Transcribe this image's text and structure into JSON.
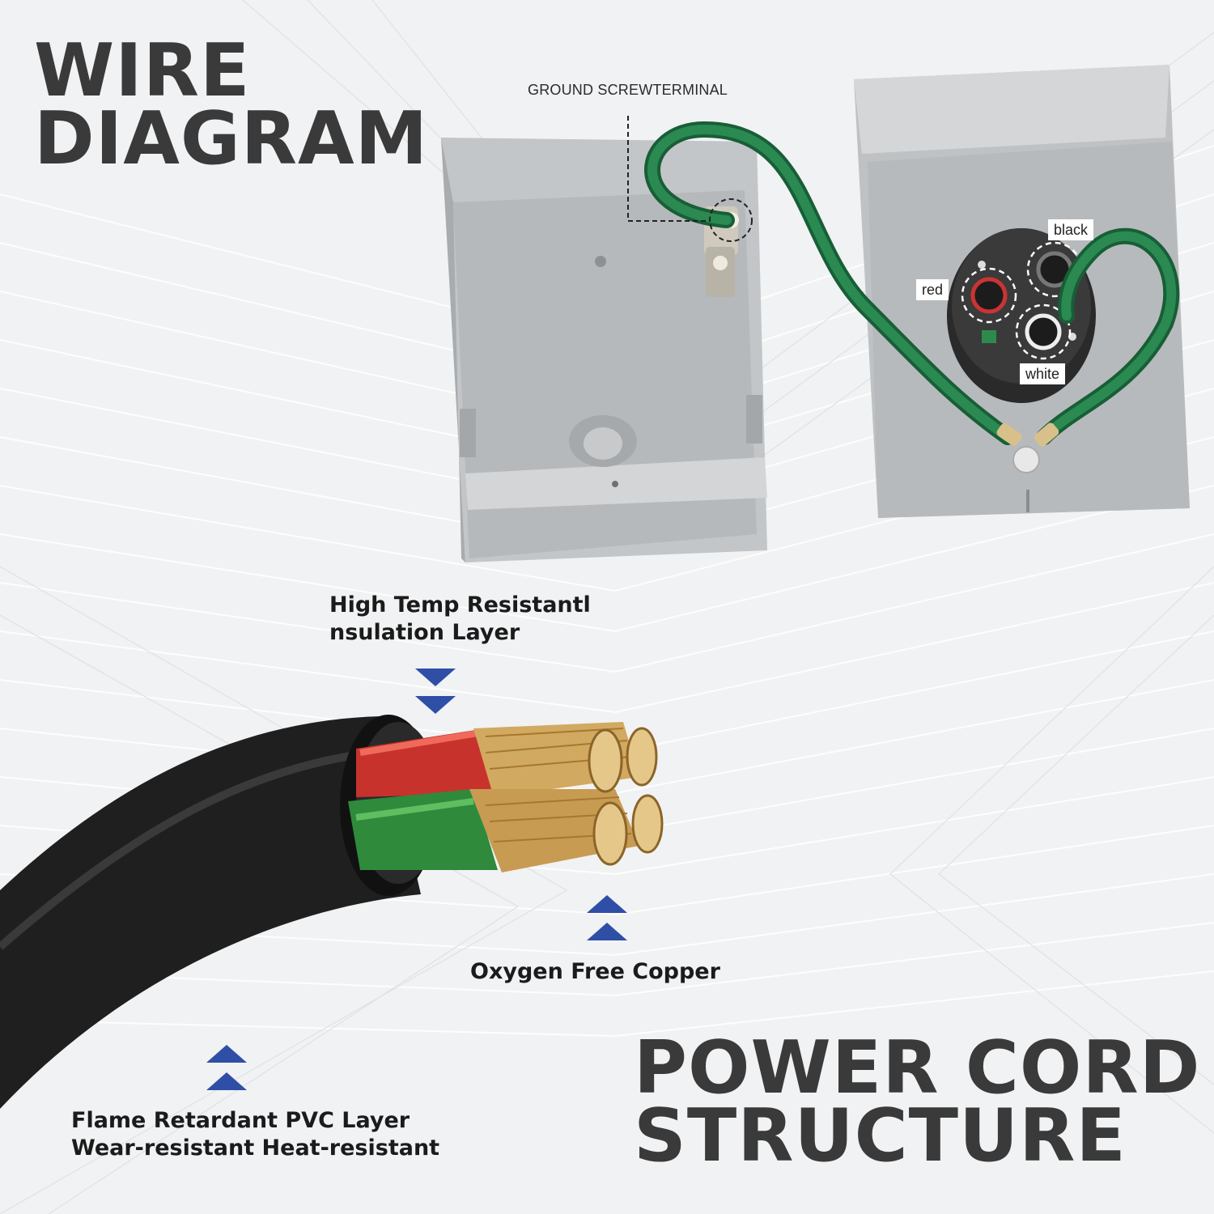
{
  "titles": {
    "wire_diagram": [
      "WIRE",
      "DIAGRAM"
    ],
    "power_cord_structure": [
      "POWER CORD",
      "STRUCTURE"
    ]
  },
  "diagram_labels": {
    "ground": "GROUND SCREWTERMINAL",
    "black": "black",
    "red": "red",
    "white": "white"
  },
  "callouts": {
    "insulation": [
      "High Temp Resistantl",
      "nsulation Layer"
    ],
    "copper": [
      "Oxygen Free Copper"
    ],
    "pvc": [
      "Flame Retardant PVC Layer",
      "Wear-resistant Heat-resistant"
    ]
  },
  "colors": {
    "arrow": "#2f4fa6",
    "title_text": "#3a3a3a",
    "box_gray": "#b9bcbe",
    "ground_wire": "#1f7a45",
    "cable_jacket": "#1f1f1f",
    "red_wire": "#c7332c",
    "green_wire": "#2f8a3c",
    "copper": "#d8b36a"
  }
}
